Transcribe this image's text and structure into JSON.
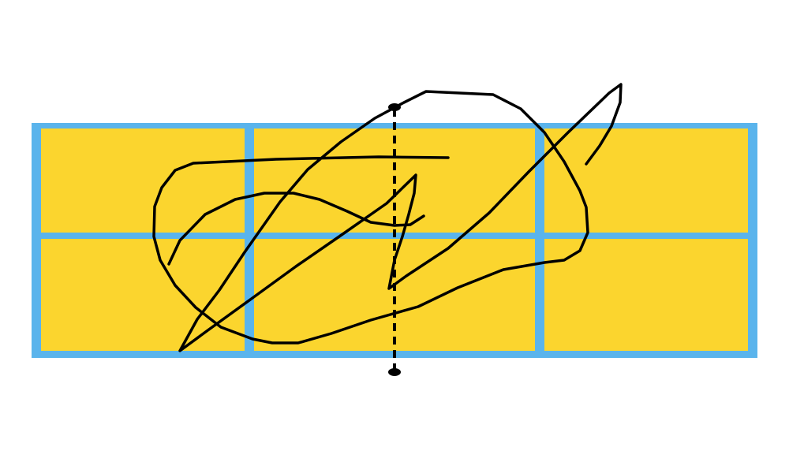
{
  "colors": {
    "background": "#ffffff",
    "cell_fill": "#FBD52E",
    "grid_line": "#5AB4EC",
    "ink": "#000000"
  },
  "grid": {
    "rows": 2,
    "cols": 3,
    "cells": [
      {
        "row": 0,
        "col": 0
      },
      {
        "row": 0,
        "col": 1
      },
      {
        "row": 0,
        "col": 2
      },
      {
        "row": 1,
        "col": 0
      },
      {
        "row": 1,
        "col": 1
      },
      {
        "row": 1,
        "col": 2
      }
    ]
  },
  "elements": {
    "divider_style": "dashed",
    "divider_endpoints": "dots",
    "scribble": "freehand-loop"
  }
}
